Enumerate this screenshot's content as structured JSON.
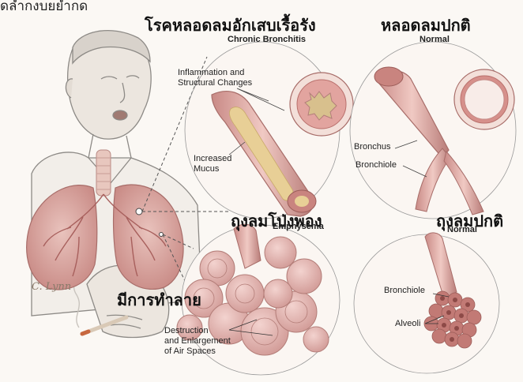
{
  "header_fragment": "ดลำกงบยยำกด",
  "panels": {
    "chronic_bronchitis": {
      "title_thai": "โรคหลอดลมอักเสบเรื้อรัง",
      "title_en": "Chronic Bronchitis",
      "label_inflammation": "Inflammation and\nStructural Changes",
      "label_mucus": "Increased\nMucus"
    },
    "normal_airway": {
      "title_thai": "หลอดลมปกติ",
      "title_en": "Normal",
      "label_bronchus": "Bronchus",
      "label_bronchiole": "Bronchiole"
    },
    "emphysema": {
      "title_thai": "ถุงลมโป่งพอง",
      "title_en": "Emphysema",
      "label_destruction": "Destruction\nand Enlargement\nof Air Spaces"
    },
    "normal_alveoli": {
      "title_thai": "ถุงลมปกติ",
      "title_en": "Normal",
      "label_bronchiole": "Bronchiole",
      "label_alveoli": "Alveoli"
    }
  },
  "damage_label": "มีการทำลาย",
  "signature": "C. Lynn",
  "colors": {
    "tissue_pink": "#e7b6b0",
    "tissue_dark": "#b86d6a",
    "mucus_yellow": "#e8cf96",
    "sketch_gray": "#8d8a86"
  }
}
